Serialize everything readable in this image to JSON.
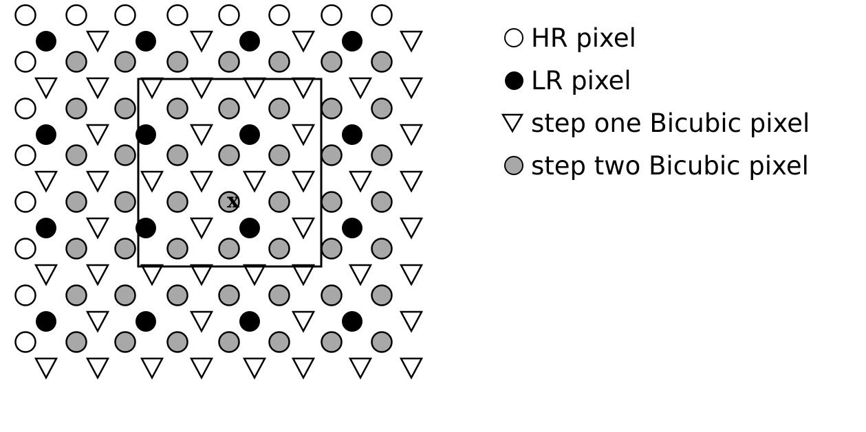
{
  "diagram": {
    "center_marker": "x",
    "grid": {
      "rows": 8,
      "columns": 8
    }
  },
  "legend": {
    "items": [
      {
        "key": "hr",
        "label": "HR pixel",
        "symbol": "white-circle-icon"
      },
      {
        "key": "lr",
        "label": "LR pixel",
        "symbol": "black-circle-icon"
      },
      {
        "key": "s1",
        "label": "step one Bicubic pixel",
        "symbol": "triangle-down-icon"
      },
      {
        "key": "s2",
        "label": "step two Bicubic pixel",
        "symbol": "gray-circle-icon"
      }
    ]
  },
  "colors": {
    "hr_fill": "#ffffff",
    "lr_fill": "#000000",
    "step_one_fill": "#ffffff",
    "step_two_fill": "#a8a8a8",
    "stroke": "#000000"
  }
}
